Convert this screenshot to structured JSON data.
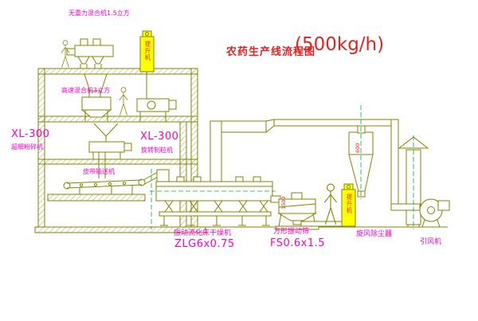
{
  "diagram": {
    "title": "农药生产线流程图",
    "capacity": "(500kg/h)"
  },
  "equipment": {
    "gravity_mixer": {
      "label": "无重力混合机1.5立方"
    },
    "high_speed_mixer": {
      "label": "高速混合机3立方"
    },
    "pulverizer": {
      "model": "XL-300",
      "label": "超细粉碎机"
    },
    "granulator": {
      "model": "XL-300",
      "label": "旋转制粒机"
    },
    "belt_conveyor": {
      "label": "皮带输送机"
    },
    "fluid_bed_dryer": {
      "label": "振动流化床干燥机",
      "model": "ZLG6x0.75"
    },
    "vibrating_screen": {
      "label": "方形振动筛",
      "model": "FS0.6x1.5"
    },
    "cyclone": {
      "label": "旋风除尘器"
    },
    "fan": {
      "label": "引风机"
    },
    "elevator_1": {
      "label": "提升机"
    },
    "elevator_2": {
      "label": "提升机"
    }
  },
  "dimensions": {
    "cyclone": "600",
    "screen": "1500"
  },
  "colors": {
    "line": "#848400",
    "label": "#ff00cc",
    "title": "#e32222",
    "dim": "#ff2222",
    "elevator_fill": "#ffff00",
    "dash": "#00b050"
  }
}
